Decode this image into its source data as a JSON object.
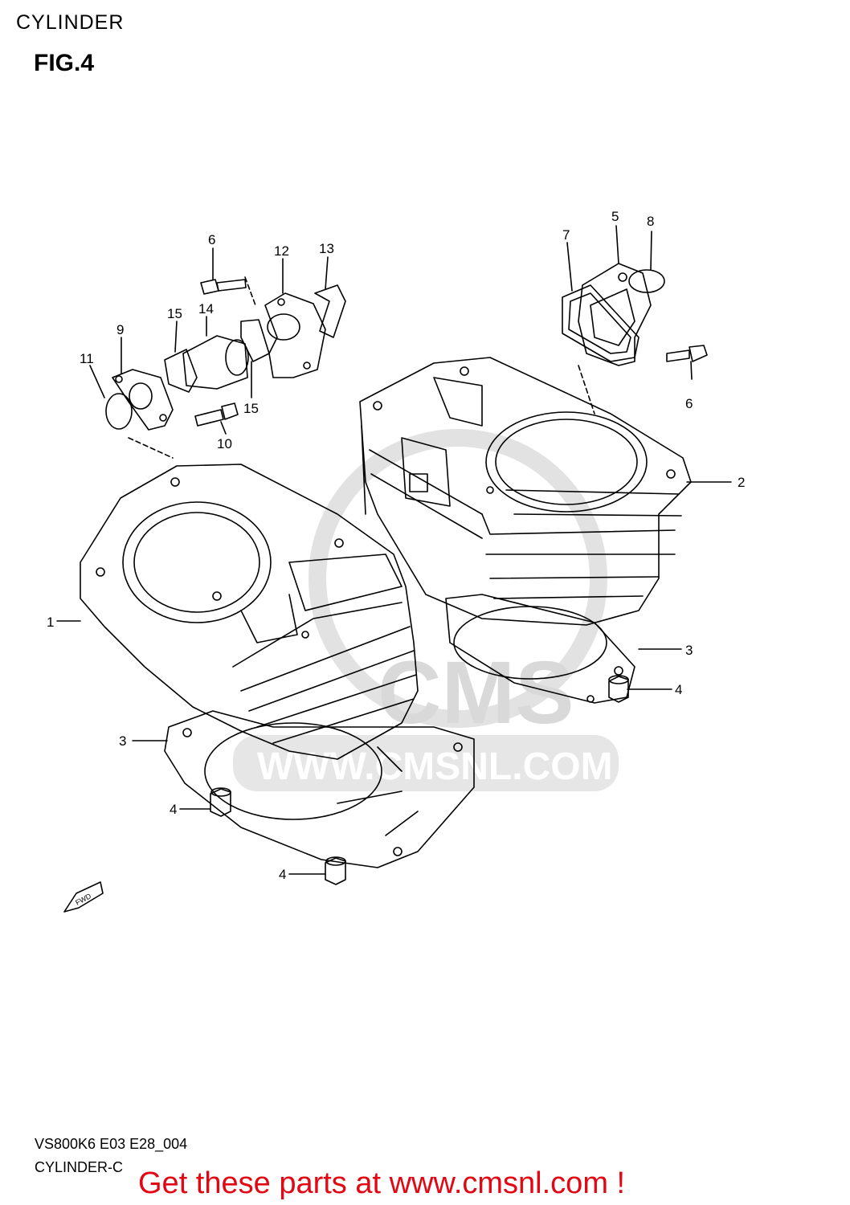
{
  "header": {
    "title": "CYLINDER",
    "figure": "FIG.4"
  },
  "watermark": {
    "logo": "CMS",
    "url": "WWW.CMSNL.COM"
  },
  "callouts": {
    "c1": "1",
    "c2": "2",
    "c3a": "3",
    "c3b": "3",
    "c4a": "4",
    "c4b": "4",
    "c4c": "4",
    "c5": "5",
    "c6a": "6",
    "c6b": "6",
    "c7": "7",
    "c8": "8",
    "c9": "9",
    "c10": "10",
    "c11": "11",
    "c12": "12",
    "c13": "13",
    "c14": "14",
    "c15a": "15",
    "c15b": "15"
  },
  "fwd_label": "FWD",
  "footer": {
    "code_line": "VS800K6 E03 E28_004",
    "name_line": "CYLINDER-C",
    "promo": "Get these parts at www.cmsnl.com !"
  },
  "colors": {
    "promo": "#e30613",
    "watermark": "#d9d9d9",
    "line": "#000000"
  }
}
